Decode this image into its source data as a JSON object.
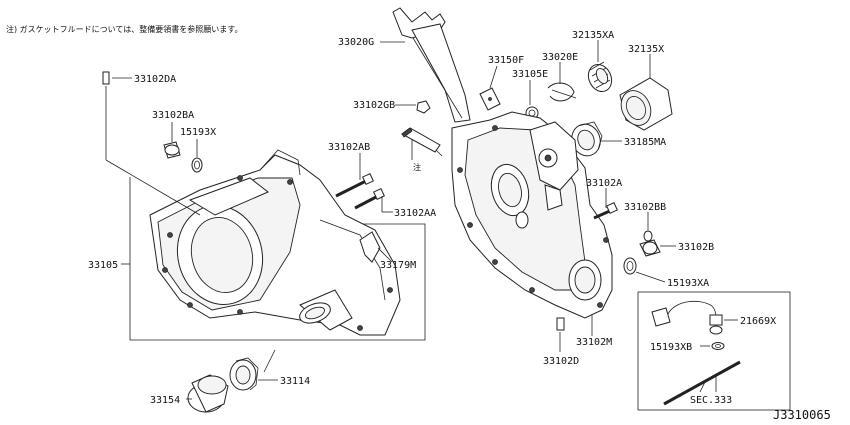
{
  "note_text": "注) ガスケットフルードについては、整備要領書を参照願います。",
  "note_marker": "注",
  "figure_id": "J3310065",
  "labels": {
    "p33020G": "33020G",
    "p33150F": "33150F",
    "p33020E": "33020E",
    "p32135XA": "32135XA",
    "p32135X": "32135X",
    "p33105E": "33105E",
    "p33102GB": "33102GB",
    "p33185MA": "33185MA",
    "p33102DA": "33102DA",
    "p33102BA": "33102BA",
    "p15193X": "15193X",
    "p33102AB": "33102AB",
    "p33102AA": "33102AA",
    "p33102A": "33102A",
    "p33102BB": "33102BB",
    "p33102B": "33102B",
    "p33105": "33105",
    "p33179M": "33179M",
    "p15193XA": "15193XA",
    "p21669X": "21669X",
    "p15193XB": "15193XB",
    "p33102D": "33102D",
    "p33102M": "33102M",
    "pSEC333": "SEC.333",
    "p33114": "33114",
    "p33154": "33154"
  }
}
